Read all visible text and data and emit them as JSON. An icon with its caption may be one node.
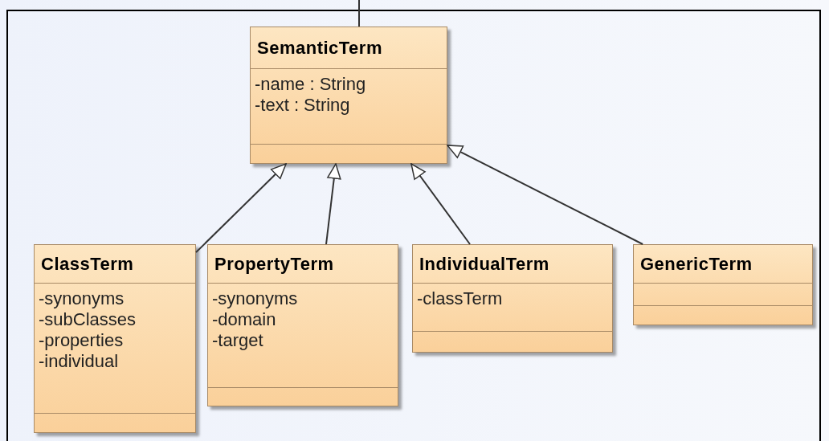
{
  "diagram": {
    "nodes": [
      {
        "text": [
          "SemanticTerm",
          "-name : String",
          "-text : String"
        ]
      },
      {
        "text": [
          "ClassTerm",
          "-synonyms",
          "-subClasses",
          "-properties",
          "-individual"
        ]
      },
      {
        "text": [
          "PropertyTerm",
          "-synonyms",
          "-domain",
          "-target"
        ]
      },
      {
        "text": [
          "IndividualTerm",
          "-classTerm"
        ]
      },
      {
        "text": [
          "GenericTerm"
        ]
      }
    ],
    "edges": [
      {
        "from": 0,
        "to": null,
        "arrow": "none"
      },
      {
        "from": 1,
        "to": 0,
        "arrow": "to"
      },
      {
        "from": 2,
        "to": 0,
        "arrow": "to"
      },
      {
        "from": 3,
        "to": 0,
        "arrow": "to"
      },
      {
        "from": 4,
        "to": 0,
        "arrow": "to"
      }
    ]
  }
}
